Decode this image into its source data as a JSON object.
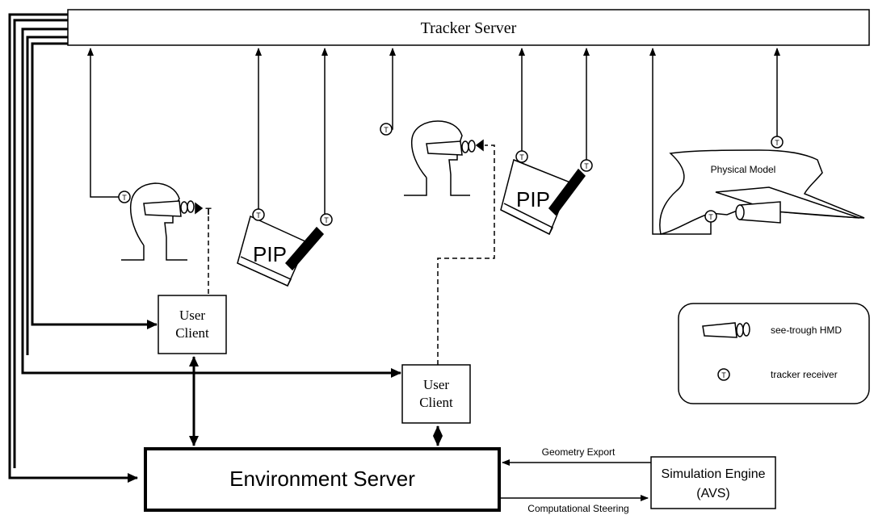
{
  "tracker_server": {
    "label": "Tracker Server"
  },
  "user_client_1": {
    "line1": "User",
    "line2": "Client"
  },
  "user_client_2": {
    "line1": "User",
    "line2": "Client"
  },
  "environment_server": {
    "label": "Environment Server"
  },
  "simulation_engine": {
    "line1": "Simulation Engine",
    "line2": "(AVS)"
  },
  "physical_model": {
    "label": "Physical Model"
  },
  "pip_1": {
    "label": "PIP"
  },
  "pip_2": {
    "label": "PIP"
  },
  "tracker_marker": {
    "label": "T"
  },
  "edges": {
    "geometry_export": "Geometry Export",
    "computational_steering": "Computational Steering"
  },
  "legend": {
    "hmd_label": "see-trough HMD",
    "tracker_label": "tracker receiver"
  }
}
